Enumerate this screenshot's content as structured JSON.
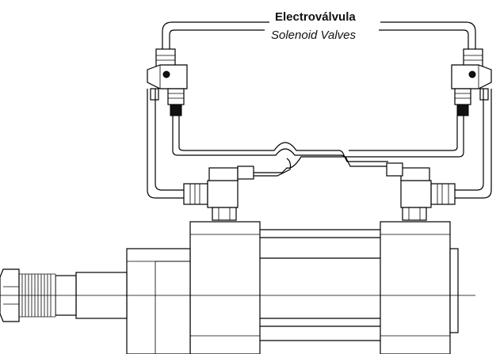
{
  "labels": {
    "title": "Electroválvula",
    "subtitle": "Solenoid Valves"
  },
  "components": {
    "solenoid_valve_left": "solenoid-valve",
    "solenoid_valve_right": "solenoid-valve",
    "elbow_fitting_left": "elbow-fitting",
    "elbow_fitting_right": "elbow-fitting",
    "cylinder": "hydraulic-cylinder",
    "rod_end": "threaded-rod-end"
  },
  "colors": {
    "line": "#000000",
    "background": "#ffffff"
  }
}
